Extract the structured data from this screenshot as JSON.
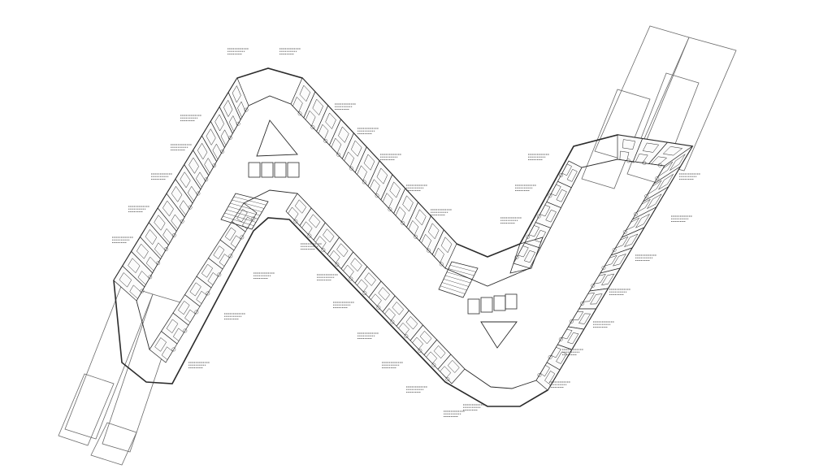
{
  "drawing": {
    "kind": "architectural floor plan",
    "line_color": "#2b2b2b",
    "background": "#ffffff",
    "room_label_color": "#555555"
  },
  "wings": [
    {
      "id": "wing-left",
      "direction": "ascending",
      "units_per_row": 14
    },
    {
      "id": "wing-middle",
      "direction": "descending",
      "units_per_row": 12
    },
    {
      "id": "wing-right",
      "direction": "ascending",
      "units_per_row": 12
    }
  ],
  "courtyards": [
    {
      "id": "courtyard-upper"
    },
    {
      "id": "courtyard-lower"
    }
  ]
}
